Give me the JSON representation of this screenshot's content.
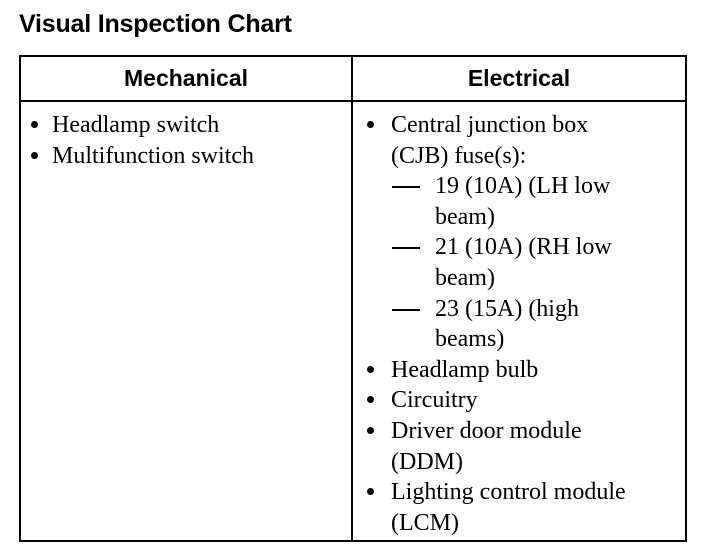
{
  "title": "Visual Inspection Chart",
  "table": {
    "headers": {
      "mechanical": "Mechanical",
      "electrical": "Electrical"
    },
    "mechanical": [
      "Headlamp switch",
      "Multifunction switch"
    ],
    "electrical": {
      "cjb": {
        "line1": "Central junction box",
        "line2": "(CJB) fuse(s):",
        "fuses": [
          {
            "line1": "19 (10A) (LH low",
            "line2": "beam)"
          },
          {
            "line1": "21 (10A) (RH low",
            "line2": "beam)"
          },
          {
            "line1": "23 (15A) (high",
            "line2": "beams)"
          }
        ]
      },
      "headlamp_bulb": "Headlamp bulb",
      "circuitry": "Circuitry",
      "ddm": {
        "line1": "Driver door module",
        "line2": "(DDM)"
      },
      "lcm": {
        "line1": "Lighting control module",
        "line2": "(LCM)"
      }
    }
  }
}
